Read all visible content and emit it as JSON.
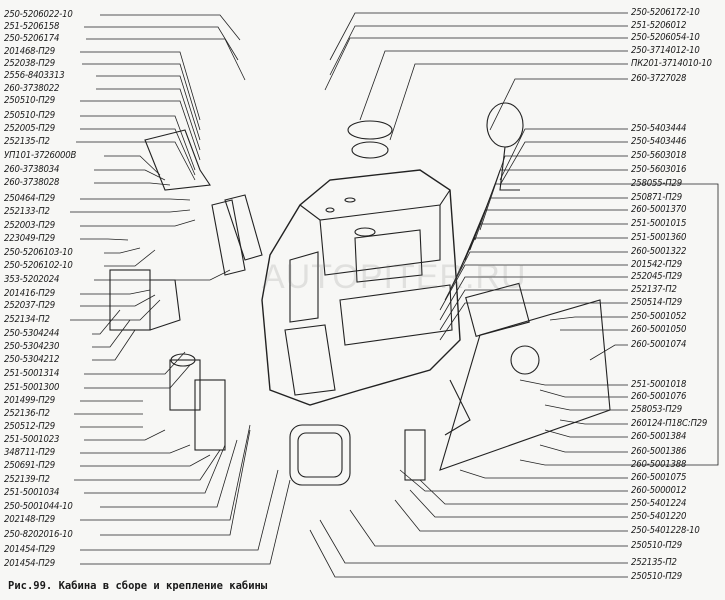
{
  "figure": {
    "caption": "Рис.99. Кабина в сборе и крепление кабины",
    "watermark": "AUTOPITER.RU",
    "left_labels": [
      "250-5206022-10",
      "251-5206158",
      "250-5206174",
      "201468-П29",
      "252038-П29",
      "2556-8403313",
      "260-3738022",
      "250510-П29",
      "250510-П29",
      "252005-П29",
      "252135-П2",
      "УП101-3726000В",
      "260-3738034",
      "260-3738028",
      "250464-П29",
      "252133-П2",
      "252003-П29",
      "223049-П29",
      "250-5206103-10",
      "250-5206102-10",
      "353-5202024",
      "201416-П29",
      "252037-П29",
      "252134-П2",
      "250-5304244",
      "250-5304230",
      "250-5304212",
      "251-5001314",
      "251-5001300",
      "201499-П29",
      "252136-П2",
      "250512-П29",
      "251-5001023",
      "348711-П29",
      "250691-П29",
      "252139-П2",
      "251-5001034",
      "250-5001044-10",
      "202148-П29",
      "250-8202016-10",
      "201454-П29",
      "201454-П29"
    ],
    "right_labels": [
      "250-5206172-10",
      "251-5206012",
      "250-5206054-10",
      "250-3714012-10",
      "ПК201-3714010-10",
      "260-3727028",
      "250-5403444",
      "250-5403446",
      "250-5603018",
      "250-5603016",
      "258055-П29",
      "250871-П29",
      "260-5001370",
      "251-5001015",
      "251-5001360",
      "260-5001322",
      "201542-П29",
      "252045-П29",
      "252137-П2",
      "250514-П29",
      "250-5001052",
      "260-5001050",
      "260-5001074",
      "251-5001018",
      "260-5001076",
      "258053-П29",
      "260124-П18С:П29",
      "260-5001384",
      "260-5001386",
      "260-5001388",
      "260-5001075",
      "260-5000012",
      "250-5401224",
      "250-5401220",
      "250-5401228-10",
      "250510-П29",
      "252135-П2",
      "250510-П29"
    ]
  }
}
